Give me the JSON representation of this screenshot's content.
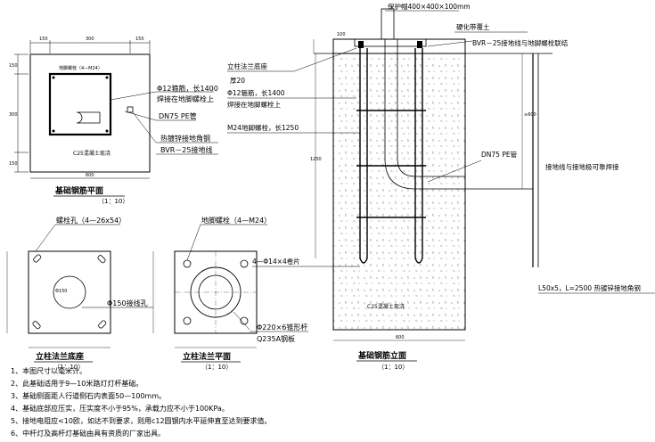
{
  "top_label": "保护帽400×400×100mm",
  "right_top_label": "硬化带覆土",
  "plan": {
    "dims_top": [
      "150",
      "300",
      "150"
    ],
    "dims_left": [
      "150",
      "300",
      "150"
    ],
    "dim_bottom": "600",
    "bolt_label": "地脚螺栓（4—M24）",
    "concrete": "C25混凝土现浇",
    "title": "基础钢筋平面",
    "scale": "（1：10）"
  },
  "plan_callouts": {
    "rebar": "Φ12箍筋，长1400",
    "rebar_sub": "焊接在地脚螺栓上",
    "pipe": "DN75 PE管",
    "angle": "热镀锌接地角钢",
    "bvr": "BVR－25接地线"
  },
  "base_plate": {
    "label": "螺栓孔（4—26x54）",
    "hole_dim": "Φ150",
    "hole_label": "Φ150接线孔",
    "title": "立柱法兰底座",
    "scale": "（1：10）"
  },
  "flange": {
    "label": "地脚螺栓（4—M24）",
    "plate": "Φ220×6锥形杆",
    "material": "Q235A钢板",
    "title": "立柱法兰平面",
    "scale": "（1：10）"
  },
  "elevation": {
    "label_base": "立柱法兰底座",
    "label_thick": "厚20",
    "rebar": "Φ12箍筋，长1400",
    "rebar_sub": "焊接在地脚螺栓上",
    "bolt": "M24地脚螺栓，长1250",
    "bvr": "BVR－25接地线与地脚螺栓联结",
    "pipe": "DN75 PE管",
    "ground_link": "接地线与接地极可靠焊接",
    "stirrup": "4—Φ14×4卷片",
    "angle": "L50x5，L=2500  热镀锌接地角钢",
    "concrete": "C25混凝土现浇",
    "dim_bottom": "600",
    "dim_top": "100",
    "dim_right1": "≥600",
    "dim_left": "1250",
    "title": "基础钢筋立面",
    "scale": "（1：10）"
  },
  "notes": [
    "1、本图尺寸以毫米计。",
    "2、此基础适用于9—10米路灯灯杆基础。",
    "3、基础侧面距人行道侧石内表面50—100mm。",
    "4、基础底部应压实，压实度不小于95%，承载力应不小于100KPa。",
    "5、接地电阻应<10欧，如达不到要求，则用c12圆钢内水平延伸直至达到要求值。",
    "6、中杆灯及高杆灯基础由具有资质的厂家出具。"
  ]
}
